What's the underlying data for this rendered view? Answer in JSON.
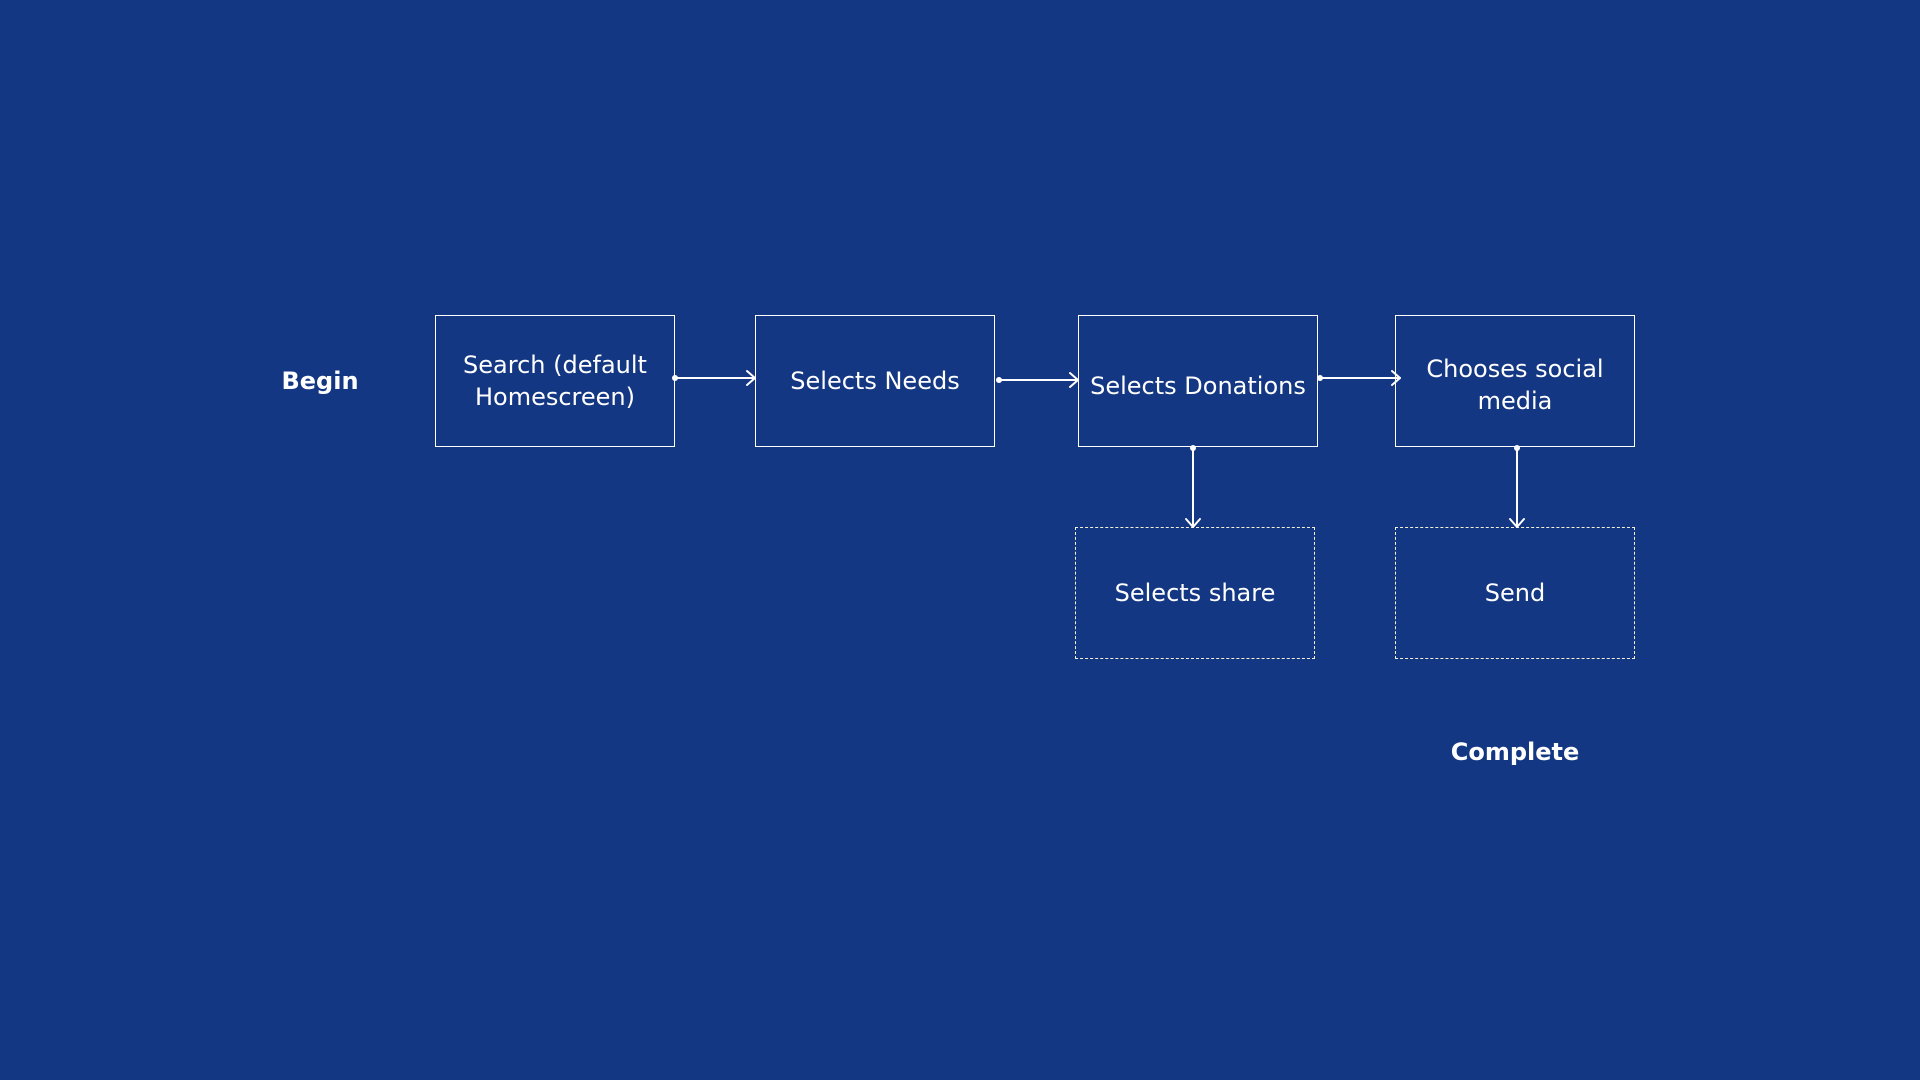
{
  "diagram": {
    "background": "#133782",
    "line_color": "#ffffff",
    "dashed_border_color": "#f3f1cf",
    "start_label": "Begin",
    "end_label": "Complete",
    "nodes": {
      "search": "Search (default Homescreen)",
      "needs": "Selects Needs",
      "donations": "Selects Donations",
      "social": "Chooses social media",
      "share": "Selects share",
      "send": "Send"
    },
    "edges": [
      {
        "from": "search",
        "to": "needs"
      },
      {
        "from": "needs",
        "to": "donations"
      },
      {
        "from": "donations",
        "to": "social"
      },
      {
        "from": "donations",
        "to": "share"
      },
      {
        "from": "social",
        "to": "send"
      }
    ]
  }
}
